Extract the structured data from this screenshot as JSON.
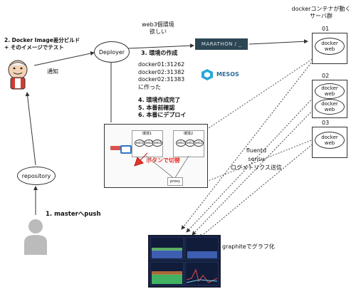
{
  "header": {
    "servers_title_line1": "dockerコンテナが動く",
    "servers_title_line2": "サーバ群"
  },
  "web_request": {
    "line1": "web3個環境",
    "line2": "欲しい"
  },
  "jenkins_label_line1": "2. Docker Image差分ビルド",
  "jenkins_label_line2": "+ そのイメージでテスト",
  "notify_label": "通知",
  "deployer_label": "Deployer",
  "marathon_label": "MARATHON / _",
  "mesos_label": "MESOS",
  "step3_label": "3. 環境の作成",
  "env_list": [
    "docker01:31262",
    "docker02:31382",
    "docker02:31383",
    "に作った"
  ],
  "steps_after": [
    "4. 環境作成完了",
    "5. 本番前確認",
    "6. 本番にデプロイ"
  ],
  "switch_label": "ボタンで切替",
  "screenshot": {
    "left_box_label": "環境1",
    "right_box_label": "環境2",
    "web_nodes": [
      "web1",
      "web2",
      "web3"
    ],
    "proxy_label": "proxy"
  },
  "servers": [
    {
      "num": "01",
      "containers": [
        "docker\nweb"
      ]
    },
    {
      "num": "02",
      "containers": [
        "docker\nweb",
        "docker\nweb"
      ]
    },
    {
      "num": "03",
      "containers": [
        "docker\nweb"
      ]
    }
  ],
  "monitoring": {
    "line1": "fluentd",
    "line2": "sensu",
    "line3": "ログメトリクス送信"
  },
  "graphite_label": "graphiteでグラフ化",
  "repository_label": "repository",
  "step1_label": "1. masterへpush",
  "colors": {
    "marathon_bg": "#2d4654",
    "mesos_blue": "#2aa7d9",
    "arrow_red": "#e8332a",
    "dashboard_bg": "#0b1630"
  }
}
